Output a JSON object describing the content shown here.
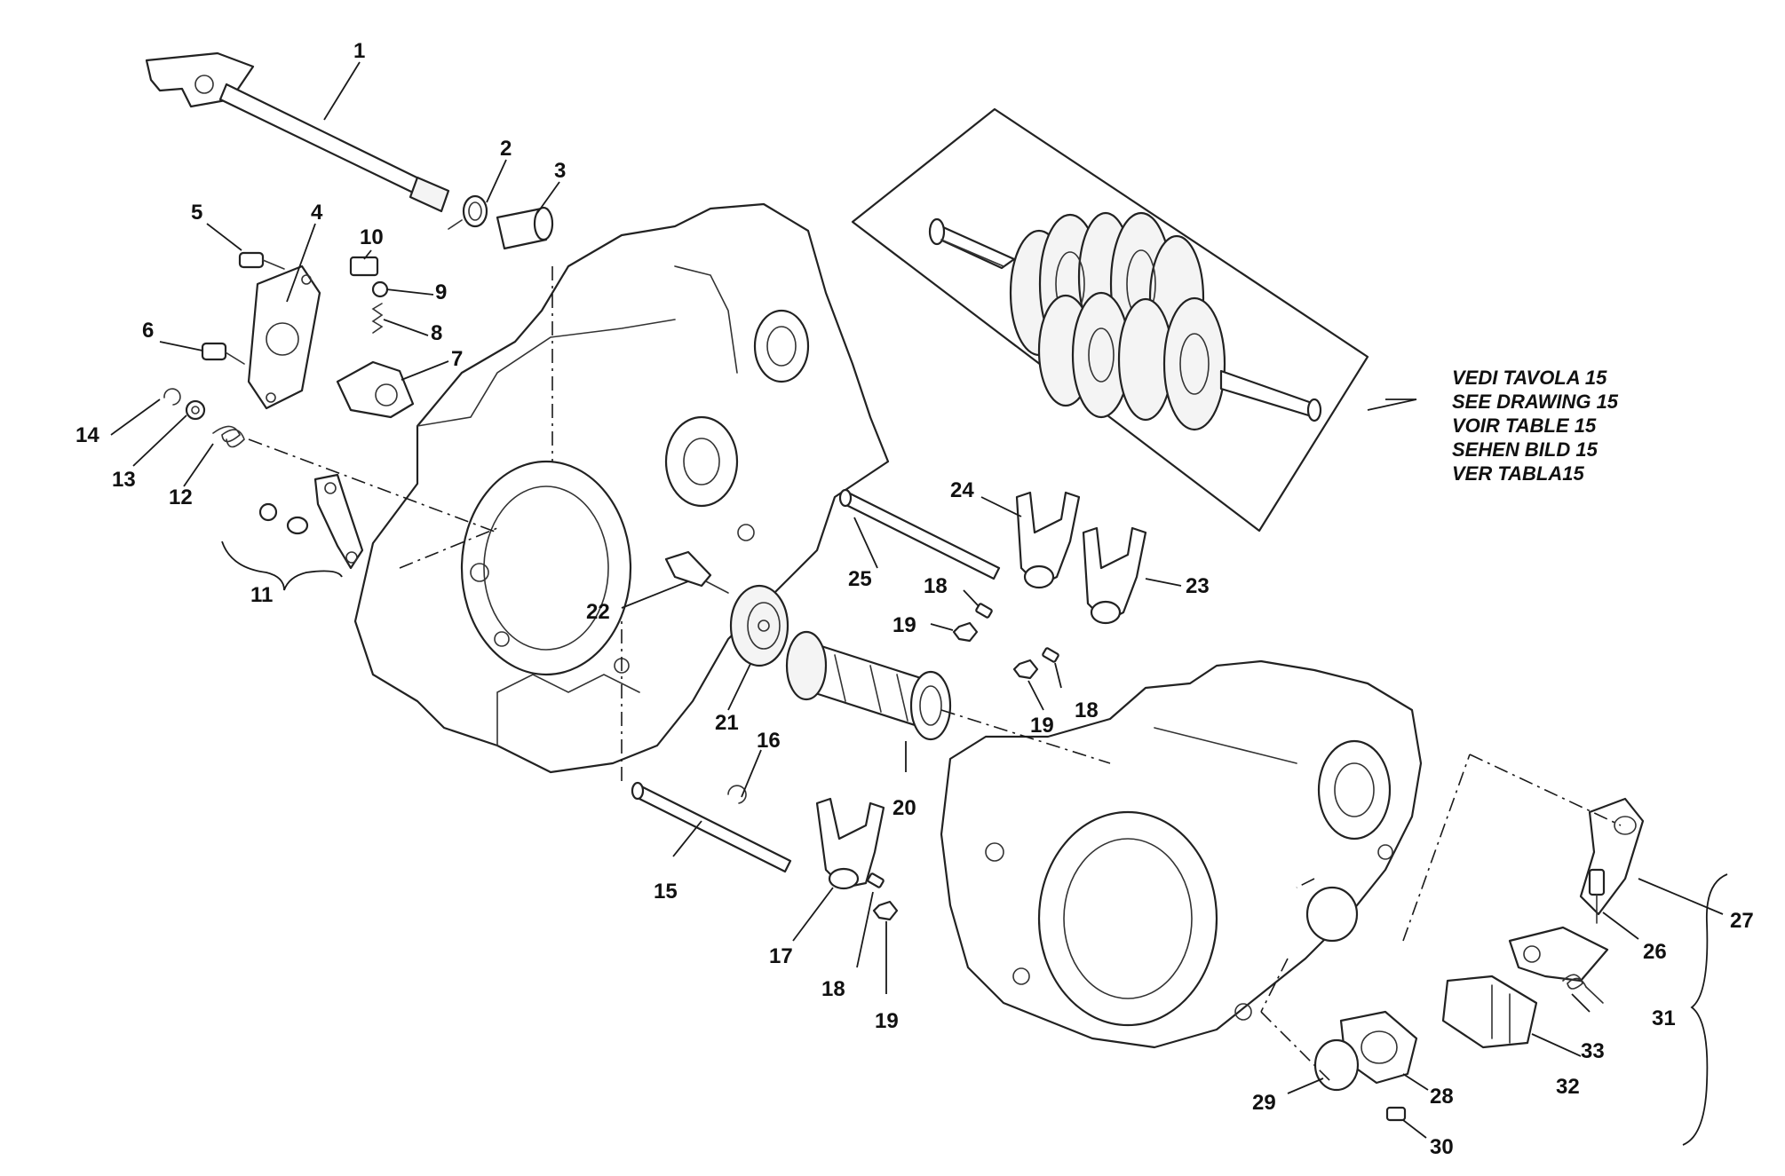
{
  "diagram": {
    "parts": [
      {
        "id": "1",
        "label": "1"
      },
      {
        "id": "2",
        "label": "2"
      },
      {
        "id": "3",
        "label": "3"
      },
      {
        "id": "4",
        "label": "4"
      },
      {
        "id": "5",
        "label": "5"
      },
      {
        "id": "6",
        "label": "6"
      },
      {
        "id": "7",
        "label": "7"
      },
      {
        "id": "8",
        "label": "8"
      },
      {
        "id": "9",
        "label": "9"
      },
      {
        "id": "10",
        "label": "10"
      },
      {
        "id": "11",
        "label": "11"
      },
      {
        "id": "12",
        "label": "12"
      },
      {
        "id": "13",
        "label": "13"
      },
      {
        "id": "14",
        "label": "14"
      },
      {
        "id": "15",
        "label": "15"
      },
      {
        "id": "16",
        "label": "16"
      },
      {
        "id": "17",
        "label": "17"
      },
      {
        "id": "18a",
        "label": "18"
      },
      {
        "id": "18b",
        "label": "18"
      },
      {
        "id": "18c",
        "label": "18"
      },
      {
        "id": "19a",
        "label": "19"
      },
      {
        "id": "19b",
        "label": "19"
      },
      {
        "id": "19c",
        "label": "19"
      },
      {
        "id": "20",
        "label": "20"
      },
      {
        "id": "21",
        "label": "21"
      },
      {
        "id": "22",
        "label": "22"
      },
      {
        "id": "23",
        "label": "23"
      },
      {
        "id": "24",
        "label": "24"
      },
      {
        "id": "25",
        "label": "25"
      },
      {
        "id": "26",
        "label": "26"
      },
      {
        "id": "27",
        "label": "27"
      },
      {
        "id": "28",
        "label": "28"
      },
      {
        "id": "29",
        "label": "29"
      },
      {
        "id": "30",
        "label": "30"
      },
      {
        "id": "31",
        "label": "31"
      },
      {
        "id": "32",
        "label": "32"
      },
      {
        "id": "33",
        "label": "33"
      }
    ],
    "reference_note": [
      "VEDI TAVOLA 15",
      "SEE DRAWING 15",
      "VOIR TABLE 15",
      "SEHEN BILD 15",
      "VER TABLA15"
    ]
  }
}
